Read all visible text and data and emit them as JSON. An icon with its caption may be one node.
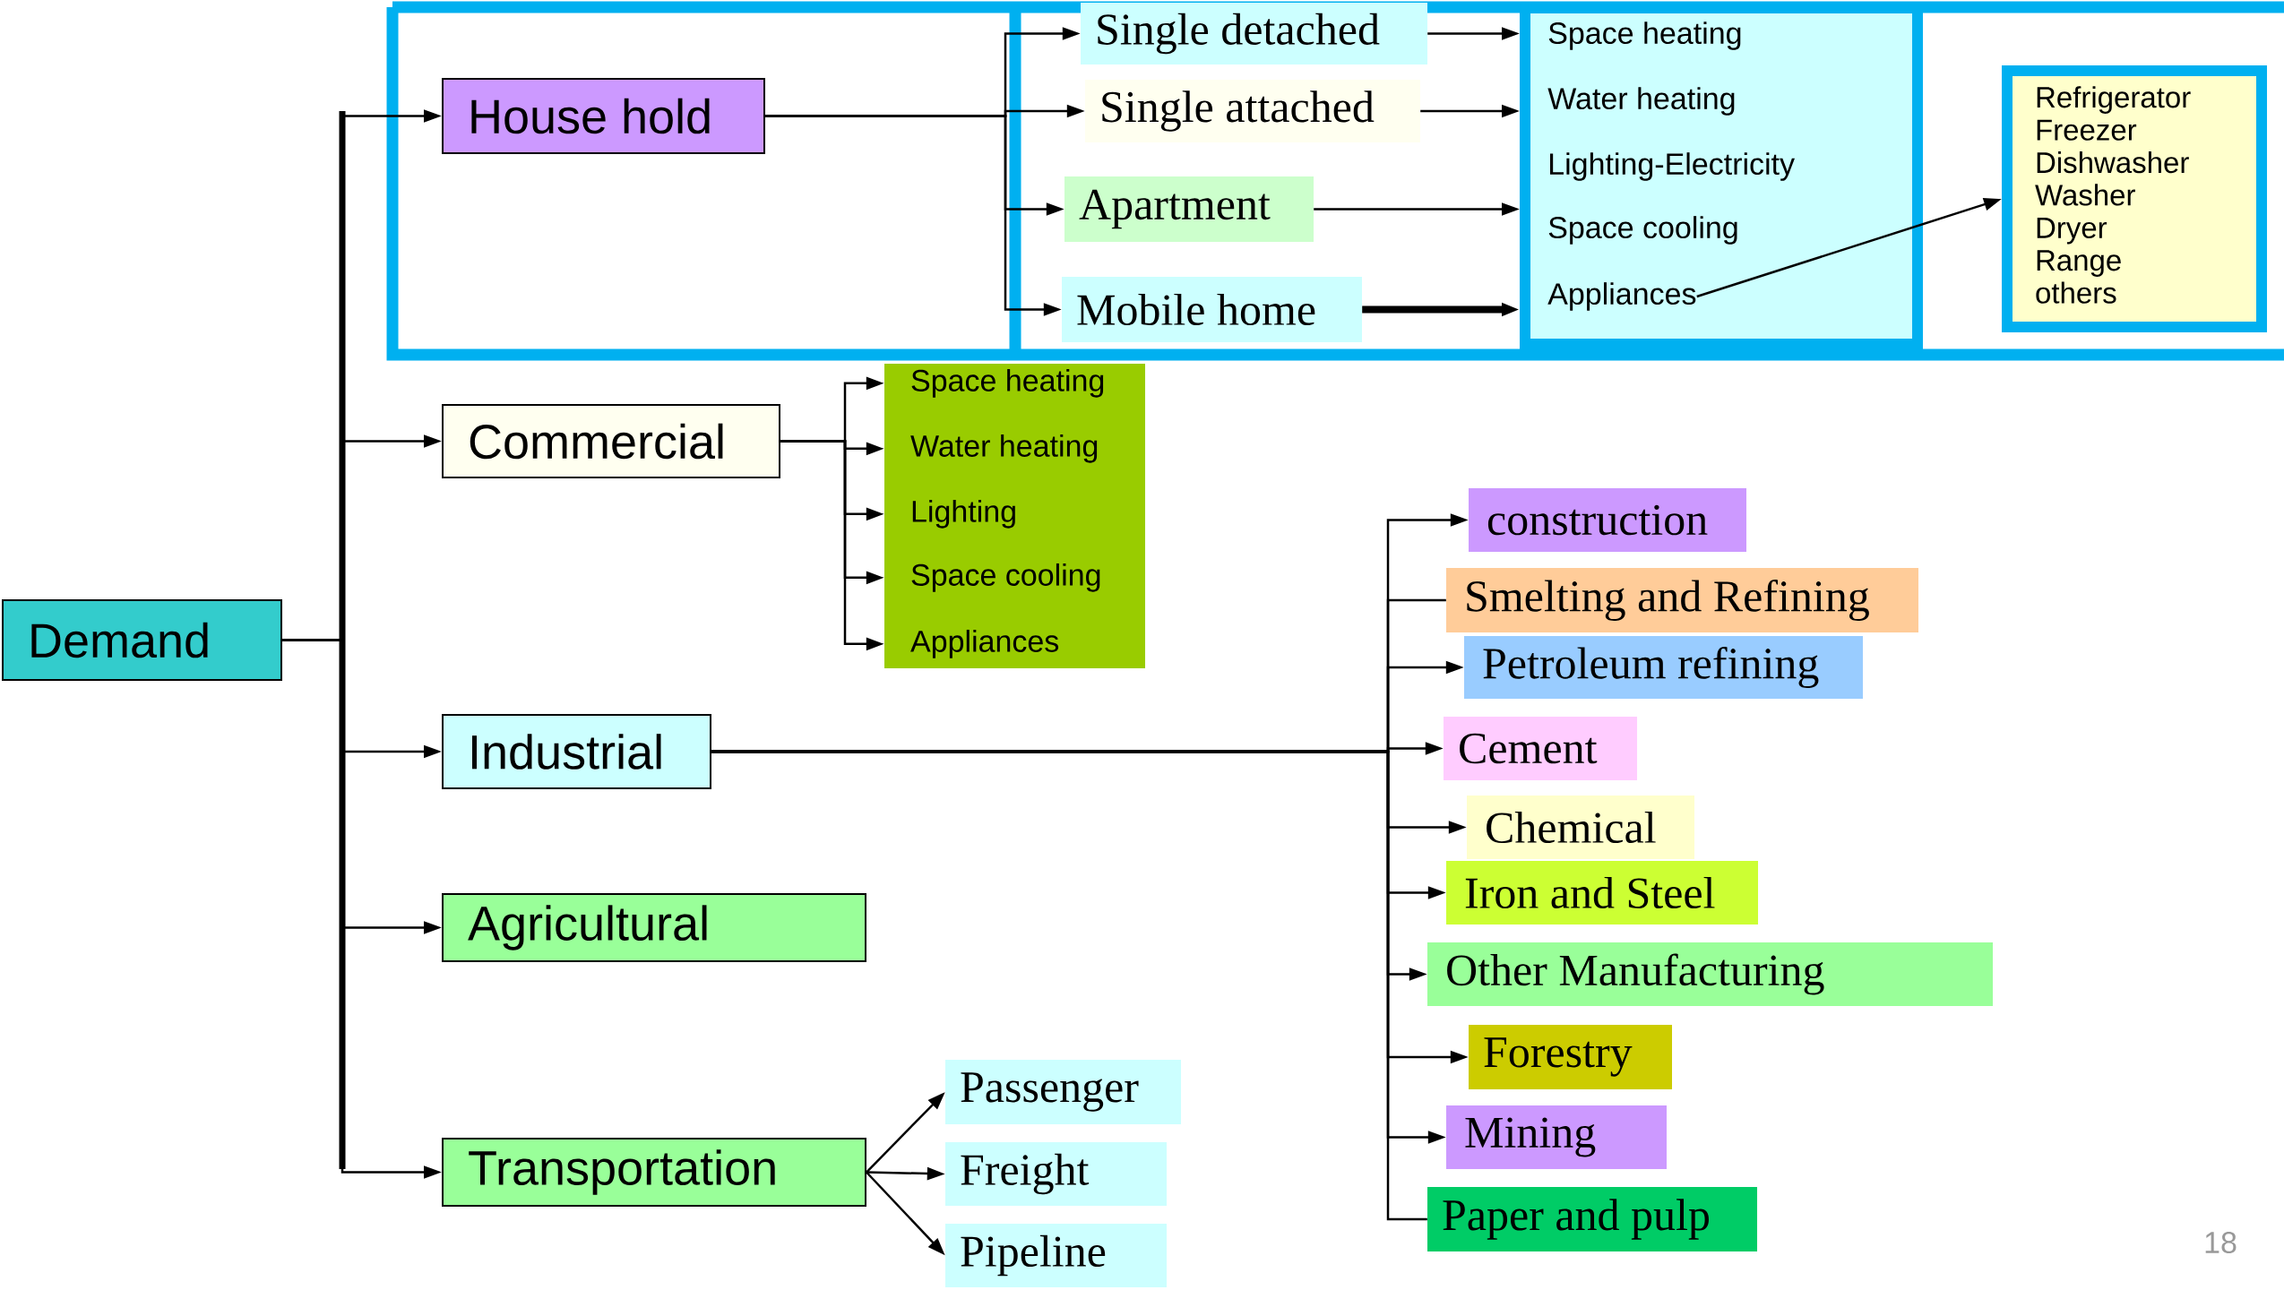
{
  "diagram": {
    "nodes": [
      {
        "text": [
          "Demand"
        ]
      },
      {
        "text": [
          "House hold"
        ]
      },
      {
        "text": [
          "Single detached"
        ]
      },
      {
        "text": [
          "Single attached"
        ]
      },
      {
        "text": [
          "Apartment"
        ]
      },
      {
        "text": [
          "Mobile home"
        ]
      },
      {
        "text": [],
        "shape": "box"
      },
      {
        "text": [
          "Space heating"
        ],
        "in": 6
      },
      {
        "text": [
          "Water heating"
        ],
        "in": 6
      },
      {
        "text": [
          "Lighting-Electricity"
        ],
        "in": 6
      },
      {
        "text": [
          "Space cooling"
        ],
        "in": 6
      },
      {
        "text": [
          "Appliances"
        ],
        "in": 6
      },
      {
        "text": [
          "Refrigerator",
          "Freezer",
          "Dishwasher",
          "Washer",
          "Dryer",
          "Range",
          "others"
        ]
      },
      {
        "text": [
          "Commercial"
        ]
      },
      {
        "text": [],
        "shape": "box"
      },
      {
        "text": [
          "Space heating"
        ],
        "in": 14
      },
      {
        "text": [
          "Water heating"
        ],
        "in": 14
      },
      {
        "text": [
          "Lighting"
        ],
        "in": 14
      },
      {
        "text": [
          "Space cooling"
        ],
        "in": 14
      },
      {
        "text": [
          "Appliances"
        ],
        "in": 14
      },
      {
        "text": [
          "Industrial"
        ]
      },
      {
        "text": [
          "construction"
        ]
      },
      {
        "text": [
          "Smelting and Refining"
        ]
      },
      {
        "text": [
          "Petroleum refining"
        ]
      },
      {
        "text": [
          "Cement"
        ]
      },
      {
        "text": [
          "Chemical"
        ]
      },
      {
        "text": [
          "Iron and Steel"
        ]
      },
      {
        "text": [
          "Other Manufacturing"
        ]
      },
      {
        "text": [
          "Forestry"
        ]
      },
      {
        "text": [
          "Mining"
        ]
      },
      {
        "text": [
          "Paper and pulp"
        ]
      },
      {
        "text": [
          "Agricultural"
        ]
      },
      {
        "text": [
          "Transportation"
        ]
      },
      {
        "text": [
          "Passenger"
        ]
      },
      {
        "text": [
          "Freight"
        ]
      },
      {
        "text": [
          "Pipeline"
        ]
      }
    ],
    "edges": [
      {
        "from": 0,
        "to": 1,
        "arrow": "to"
      },
      {
        "from": 0,
        "to": 13,
        "arrow": "to"
      },
      {
        "from": 0,
        "to": 20,
        "arrow": "to"
      },
      {
        "from": 0,
        "to": 31,
        "arrow": "to"
      },
      {
        "from": 0,
        "to": 32,
        "arrow": "to"
      },
      {
        "from": 1,
        "to": 2,
        "arrow": "to"
      },
      {
        "from": 1,
        "to": 3,
        "arrow": "to"
      },
      {
        "from": 1,
        "to": 4,
        "arrow": "to"
      },
      {
        "from": 1,
        "to": 5,
        "arrow": "to"
      },
      {
        "from": 2,
        "to": 6,
        "arrow": "to"
      },
      {
        "from": 3,
        "to": 6,
        "arrow": "to"
      },
      {
        "from": 4,
        "to": 6,
        "arrow": "to"
      },
      {
        "from": 5,
        "to": 6,
        "arrow": "to",
        "style": "thick"
      },
      {
        "from": 11,
        "to": 12,
        "arrow": "to"
      },
      {
        "from": 13,
        "to": 15,
        "arrow": "to"
      },
      {
        "from": 13,
        "to": 16,
        "arrow": "to"
      },
      {
        "from": 13,
        "to": 17,
        "arrow": "to"
      },
      {
        "from": 13,
        "to": 18,
        "arrow": "to"
      },
      {
        "from": 13,
        "to": 19,
        "arrow": "to"
      },
      {
        "from": 20,
        "to": 21,
        "arrow": "to"
      },
      {
        "from": 20,
        "to": 22,
        "arrow": "none"
      },
      {
        "from": 20,
        "to": 23,
        "arrow": "to"
      },
      {
        "from": 20,
        "to": 24,
        "arrow": "to"
      },
      {
        "from": 20,
        "to": 25,
        "arrow": "to"
      },
      {
        "from": 20,
        "to": 26,
        "arrow": "to"
      },
      {
        "from": 20,
        "to": 27,
        "arrow": "to"
      },
      {
        "from": 20,
        "to": 28,
        "arrow": "to"
      },
      {
        "from": 20,
        "to": 29,
        "arrow": "to"
      },
      {
        "from": 20,
        "to": 30,
        "arrow": "none"
      },
      {
        "from": 32,
        "to": 33,
        "arrow": "to"
      },
      {
        "from": 32,
        "to": 34,
        "arrow": "to"
      },
      {
        "from": 32,
        "to": 35,
        "arrow": "to"
      }
    ],
    "labels": [
      "18"
    ]
  }
}
